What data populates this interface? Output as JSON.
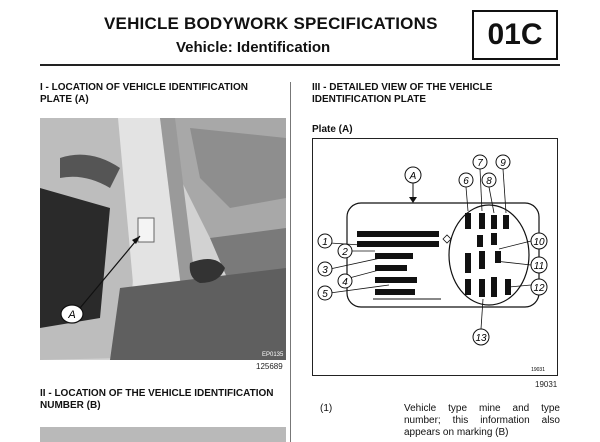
{
  "header": {
    "title": "VEHICLE BODYWORK SPECIFICATIONS",
    "subtitle": "Vehicle: Identification",
    "section_code": "01C"
  },
  "sections": {
    "location_plate": "I - LOCATION OF VEHICLE IDENTIFICATION PLATE (A)",
    "detailed_view": "III - DETAILED VIEW OF THE VEHICLE IDENTIFICATION PLATE",
    "location_number": "II - LOCATION OF THE VEHICLE IDENTIFICATION NUMBER (B)"
  },
  "figure1": {
    "callout": "A",
    "ref_small": "EP0135",
    "ref_number": "125689"
  },
  "figure2": {
    "label": "Plate (A)",
    "callout_top": "A",
    "numbers": [
      "1",
      "2",
      "3",
      "4",
      "5",
      "6",
      "7",
      "8",
      "9",
      "10",
      "11",
      "12",
      "13"
    ],
    "ref_small": "19031",
    "ref_number": "19031"
  },
  "legend": [
    {
      "number": "(1)",
      "text": "Vehicle type mine and type number; this information also appears on marking (B)"
    }
  ]
}
